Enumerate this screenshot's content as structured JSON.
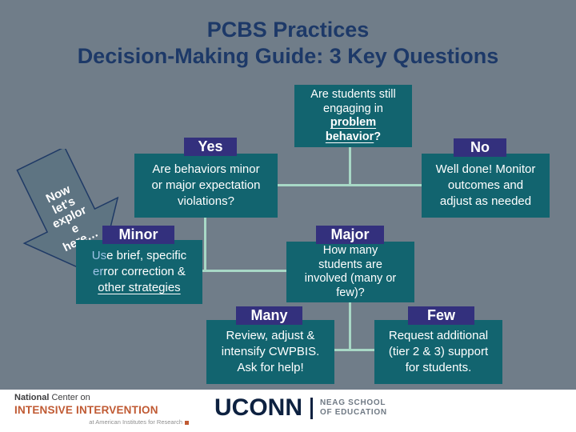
{
  "colors": {
    "slide_bg": "#707d89",
    "title_navy": "#1d3968",
    "box_teal": "#12646f",
    "label_indigo": "#33307d",
    "connector_mint": "#a8d8c6",
    "arrow_fill": "#5e7482",
    "arrow_outline": "#1f3a66",
    "link_blue": "#9dc3e6",
    "ncii_orange": "#c05a33",
    "uconn_navy": "#0d2140",
    "footer_bg": "#ffffff"
  },
  "title": {
    "line1": "PCBS Practices",
    "line2": "Decision-Making Guide: 3 Key Questions"
  },
  "arrow_note": {
    "lines": [
      "Now",
      "let's",
      "explor",
      "e",
      "here…"
    ]
  },
  "flow": {
    "q_problem": {
      "line1": "Are students still",
      "line2": "engaging in",
      "line3": "problem",
      "line4": "behavior",
      "line4_suffix": "?"
    },
    "label_yes": "Yes",
    "label_no": "No",
    "q_violations": {
      "line1": "Are behaviors minor",
      "line2": "or major expectation",
      "line3": "violations?"
    },
    "box_welldone": {
      "line1": "Well done! Monitor",
      "line2": "outcomes and",
      "line3": "adjust as needed"
    },
    "label_minor": "Minor",
    "label_major": "Major",
    "box_correction": {
      "line1_lead": "Us",
      "line1_rest": "e brief, specific",
      "line2_lead": "er",
      "line2_rest": "ror correction &",
      "line3": "other strategies"
    },
    "q_howmany": {
      "line1": "How many",
      "line2": "students are",
      "line3": "involved (many or",
      "line4": "few)?"
    },
    "label_many": "Many",
    "label_few": "Few",
    "box_review": {
      "line1": "Review, adjust &",
      "line2": "intensify CWPBIS.",
      "line3": "Ask for help!"
    },
    "box_request": {
      "line1": "Request additional",
      "line2": "(tier 2 & 3) support",
      "line3": "for students."
    }
  },
  "footer": {
    "ncii": {
      "line1_bold": "National",
      "line1_rest": " Center on",
      "line2": "INTENSIVE INTERVENTION",
      "line3": "at American Institutes for Research"
    },
    "uconn": {
      "wordmark": "UCONN",
      "school_line1": "NEAG SCHOOL",
      "school_line2": "OF EDUCATION"
    }
  }
}
